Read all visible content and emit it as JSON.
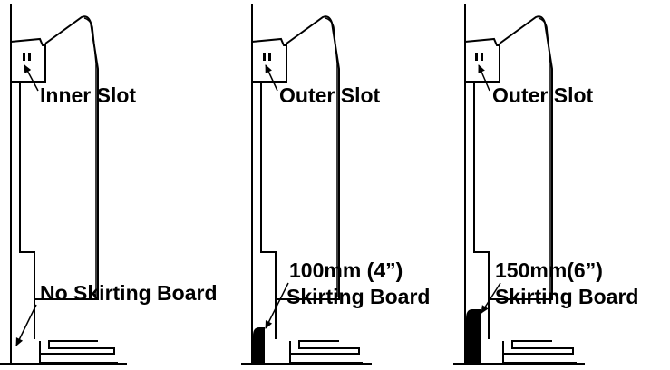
{
  "panels": [
    {
      "id": "inner",
      "slot_label": "Inner Slot",
      "board_label": "No Skirting Board",
      "board_label_line2": ""
    },
    {
      "id": "outer-100",
      "slot_label": "Outer Slot",
      "board_label": "100mm (4”)",
      "board_label_line2": "Skirting Board"
    },
    {
      "id": "outer-150",
      "slot_label": "Outer Slot",
      "board_label": "150mm(6”)",
      "board_label_line2": "Skirting Board"
    }
  ],
  "colors": {
    "line": "#000000",
    "background": "#ffffff"
  }
}
